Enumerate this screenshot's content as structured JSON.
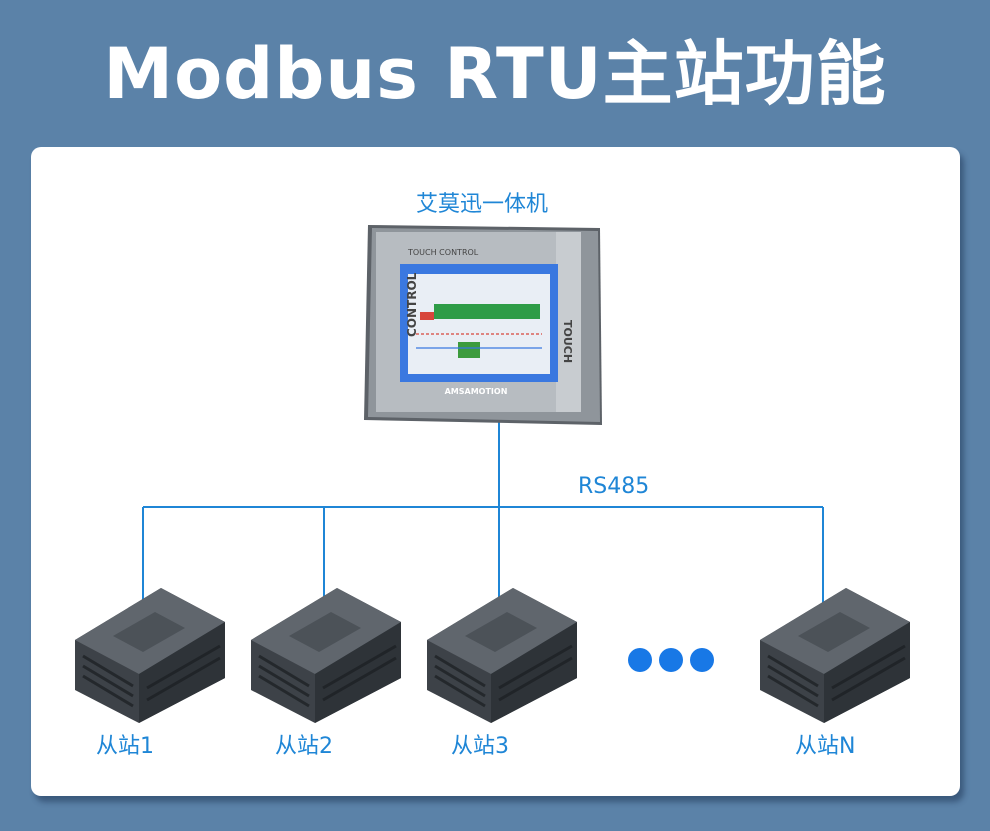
{
  "title": "Modbus RTU主站功能",
  "master": {
    "label": "艾莫迅一体机",
    "screen_header": "TOUCH CONTROL",
    "side_left": "CONTROL",
    "side_right": "TOUCH",
    "brand": "AMSAMOTION"
  },
  "bus": {
    "label": "RS485"
  },
  "slaves": [
    {
      "label": "从站1"
    },
    {
      "label": "从站2"
    },
    {
      "label": "从站3"
    },
    {
      "label": "从站N"
    }
  ],
  "colors": {
    "background": "#5b82a8",
    "wire": "#1f86d6",
    "label": "#1f86d6",
    "dots": "#1878e6"
  }
}
